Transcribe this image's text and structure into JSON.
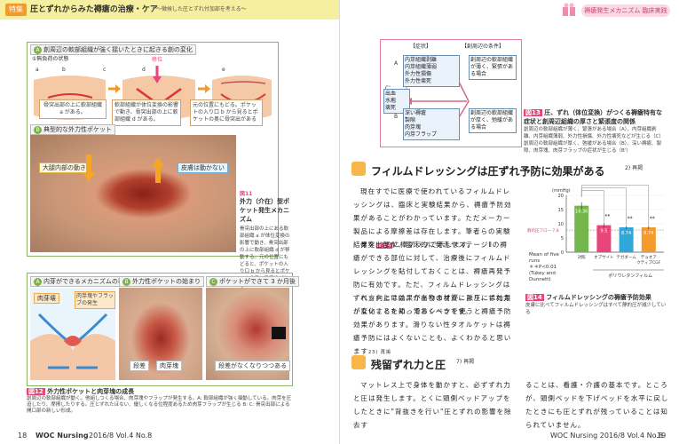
{
  "header": {
    "badge": "特集",
    "title": "圧とずれからみた褥瘡の治療・ケア",
    "subtitle": "～徴候した圧とずれ付加部を考える～",
    "right_badge": "褥瘡発生メカニズム 臨床実践"
  },
  "footer": {
    "left_page": "18",
    "left_journal": "WOC Nursing",
    "left_issue": "2016/8 Vol.4 No.8",
    "right_issue": "WOC Nursing  2016/8 Vol.4 No.8",
    "right_page": "19"
  },
  "figA": {
    "title": "創周辺の軟部組織が強く揺いたときに起きる創の変化",
    "step1": "①",
    "step1_label": "無負荷の状態",
    "step2": "②",
    "step3": "③",
    "arrow_label": "移位",
    "letters": [
      "a",
      "b",
      "c",
      "d",
      "e"
    ],
    "note1": "骨突出部の上に軟部組織 a がある。",
    "note2": "軟部組織が体位変換の影響で動き、骨突出部の上に軟部組織 d がある。",
    "note3": "元の位置にもどる。ポケットの入り口 b から見るとポケットの奥に骨突出がある",
    "b_title": "典型的な外力性ポケット",
    "b_letter": "B",
    "label_motion": "大腿内部の動き",
    "label_still": "皮膚は動かない"
  },
  "fig11": {
    "num": "図11",
    "title": "外力（介在）型ポケット発生メカニズム",
    "body": "骨突出部の上にある軟部組織 a が体位変換の影響で動き、骨突出部の上に軟部組織 d が移動する。元の位置にもどると、ポケットの入り口 b から見るとポケットの奥に骨突出がある"
  },
  "figC": {
    "labelA": "A",
    "titleA": "内芽ができるメカニズムの模式図",
    "granulation": "肉芽壊",
    "flap": "肉芽塊やフラップの発生",
    "labelB": "B",
    "titleB": "外力性ポケットの始まり",
    "stage1": "段差",
    "stage2": "肉芽塊",
    "labelC": "C",
    "titleC": "ポケットができて 3 か月後",
    "stage3": "段差がなくなりつつある"
  },
  "fig12": {
    "num": "図12",
    "title": "外力性ポケットと肉芽塊の成長",
    "body": "創周辺の軟部組織が動く。他組しつくる場合、肉芽塊やフラップが発生する。A: 軟部組織が強く揺動している。肉芽を圧迫したり、摩擦したりする。圧とずれたほない、優しくなる位程度あるため肉芽フラップが生じる B: C: 骨突出部による開口部の新しい形成。"
  },
  "flow": {
    "A": "A",
    "B": "B",
    "C": "C'",
    "col_left": "【症状】",
    "col_right": "【創周辺の条件】",
    "boxA": "内芽組織剥離\n内芽組織薄弱\n外力性損傷\n外力性壊死",
    "boxA_cond": "創周辺の軟部組織が薄く、緊張がある場合",
    "boxC": "出血\n水疱\n壊死",
    "boxB": "深い褥瘡\n製隙\n肉芽塊\n内芽フラップ",
    "boxB_cond": "創周辺の軟部組織が厚く、弛緩がある場合"
  },
  "fig13": {
    "num": "図13",
    "title": "圧、ずれ（体位変換）がつくる褥瘡特有な症状と創周辺組織の厚さと緊張度の関係",
    "body": "創周辺の軟部組織が薄く、緊張がある場合（A）、内芽組織剥離、内芽組織薄弱、外力性損傷、外力性壊死などが生じる（C）創周辺の軟部組織が厚く、弛緩がある場合（B）、深い褥瘡、製隙、肉芽塊、肉芽フラップの症状が生じる（B'）"
  },
  "section1": {
    "heading": "フィルムドレッシングは圧ずれ予防に効果がある",
    "ref": "2) 再掲",
    "para1": "現在すでに医療で使われているフィルムドレッシングは、臨床と実験結果から、褥瘡予防効果があることがわかっています。ただメーカー製品による摩擦差は存在します。筆者らの実験結果を",
    "para1_ref": "図14",
    "para1_end": "に棒グラフで示します。",
    "para2": "骨突出部が、臨床的に発赤やステージⅡの褥瘡ができる部位に対して、治療後にフィルムドレッシングを貼付しておくことは、褥瘡再発予防に有効です。ただ、フィルムドレッシングはずれ方向には効果がありますが、除圧には効果がないことを知っておくべきです。",
    "para3": "ベッド上では、介在物の材質により、ずれ力が変化するため、滑るシーツを使うと褥瘡予防効果があります。滑りない性タオルケットは褥瘡予防にはよくないことも、よくわかると思います",
    "para3_ref": "23) 再掲"
  },
  "section2": {
    "heading": "残留ずれ力と圧",
    "ref": "7) 再掲",
    "left_text": "マットレス上で身体を動かすと、必ずずれ力と圧は発生します。とくに頭側ベッドアップをしたときに\"背抜きを行い\"圧とずれの影響を除去す",
    "right_text": "ることは、看護・介護の基本です。ところが、頭側ベッドを下げベッドを水平に戻したときにも圧とずれが残っていることは知られていません。"
  },
  "fig14": {
    "num": "図14",
    "title": "フィルムドレッシングの褥瘡予防効果",
    "body": "皮膚に比べてフィルムドレッシングはすべて静的圧が減少している"
  },
  "chart_data": {
    "type": "bar",
    "categories": [
      "対照",
      "オプサイト",
      "テガダーム",
      "デュオアクティブCGF"
    ],
    "values": [
      16.36,
      9.5,
      8.74,
      8.74
    ],
    "value_labels": [
      "16.36",
      "9.5",
      "8.74",
      "8.74"
    ],
    "colors": [
      "#74b64d",
      "#e8457a",
      "#2fa8d8",
      "#f39a2c"
    ],
    "ylabel": "(mmHg)",
    "ylim": [
      0,
      20
    ],
    "yticks": [
      "20",
      "15",
      "10",
      "5",
      "0"
    ],
    "reference_label": "静的圧フロー 7.8",
    "significance": [
      "**",
      "**",
      "**"
    ],
    "error": [
      1.2,
      0.8,
      0.6,
      0.7
    ],
    "left_note": "Mean of five runs\n＊＊P<0.01\n(Tukey and Dunnett)",
    "group_label": "ポリウレタンフィルム"
  }
}
